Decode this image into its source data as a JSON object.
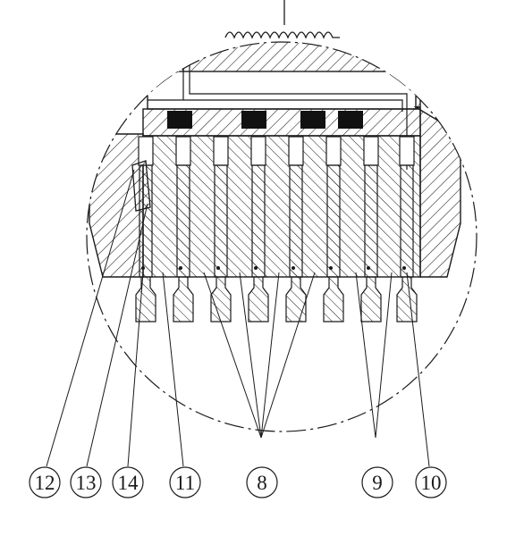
{
  "callouts": [
    {
      "id": "12",
      "label": "12"
    },
    {
      "id": "13",
      "label": "13"
    },
    {
      "id": "14",
      "label": "14"
    },
    {
      "id": "11",
      "label": "11"
    },
    {
      "id": "8",
      "label": "8"
    },
    {
      "id": "9",
      "label": "9"
    },
    {
      "id": "10",
      "label": "10"
    }
  ],
  "colors": {
    "ink": "#1a1a1a",
    "background": "#ffffff"
  }
}
